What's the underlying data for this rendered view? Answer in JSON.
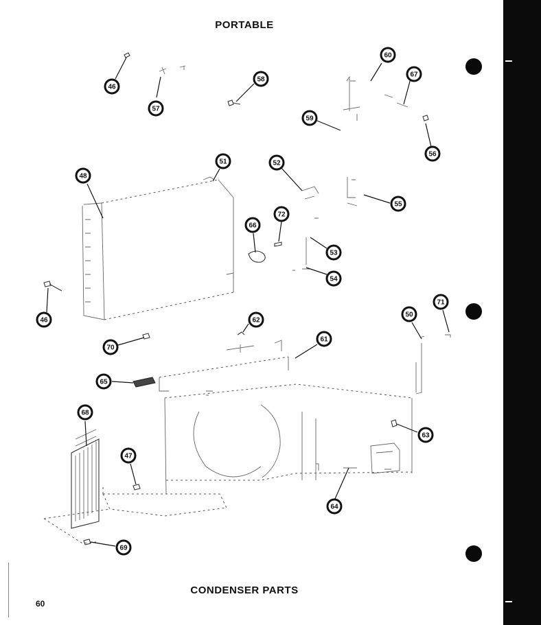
{
  "header": {
    "title": "PORTABLE"
  },
  "footer": {
    "caption": "CONDENSER PARTS",
    "page_number": "60"
  },
  "callouts": {
    "c46a": "46",
    "c57": "57",
    "c58": "58",
    "c60": "60",
    "c67": "67",
    "c59": "59",
    "c56": "56",
    "c48": "48",
    "c51": "51",
    "c52": "52",
    "c55": "55",
    "c66": "66",
    "c72": "72",
    "c53": "53",
    "c54": "54",
    "c46b": "46",
    "c50": "50",
    "c71": "71",
    "c62": "62",
    "c70": "70",
    "c61": "61",
    "c65": "65",
    "c68": "68",
    "c63": "63",
    "c47": "47",
    "c64": "64",
    "c69": "69"
  }
}
